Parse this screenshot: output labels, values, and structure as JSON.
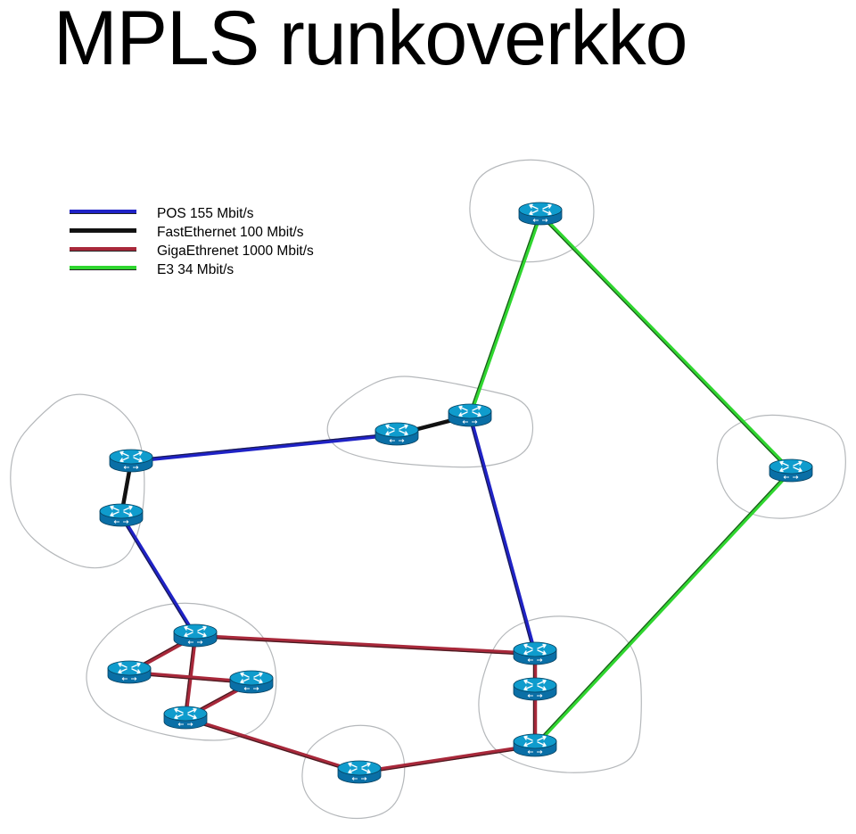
{
  "title": "MPLS runkoverkko",
  "colors": {
    "pos": "#1f22c6",
    "fastethernet": "#111111",
    "gigaethernet": "#a8283a",
    "e3": "#2fd62f",
    "router_top": "#0f9ccd",
    "router_side": "#0a6fa6",
    "cloud_stroke": "#b5b8bb"
  },
  "legend": [
    {
      "type": "pos",
      "label": "POS 155 Mbit/s"
    },
    {
      "type": "fastethernet",
      "label": "FastEthernet 100 Mbit/s"
    },
    {
      "type": "gigaethernet",
      "label": "GigaEthrenet 1000 Mbit/s"
    },
    {
      "type": "e3",
      "label": "E3 34 Mbit/s"
    }
  ],
  "routers": [
    "R1",
    "R2",
    "R3",
    "R4",
    "R5",
    "R6",
    "R7",
    "R8",
    "R9",
    "R10",
    "R11",
    "R12",
    "R13",
    "R14"
  ],
  "links": [
    {
      "from": "R1",
      "to": "R3",
      "type": "e3"
    },
    {
      "from": "R1",
      "to": "R2",
      "type": "e3"
    },
    {
      "from": "R3",
      "to": "R4",
      "type": "fastethernet"
    },
    {
      "from": "R4",
      "to": "R5",
      "type": "pos"
    },
    {
      "from": "R5",
      "to": "R6",
      "type": "fastethernet"
    },
    {
      "from": "R6",
      "to": "R7",
      "type": "pos"
    },
    {
      "from": "R3",
      "to": "R11",
      "type": "pos"
    },
    {
      "from": "R2",
      "to": "R13",
      "type": "e3"
    },
    {
      "from": "R7",
      "to": "R11",
      "type": "gigaethernet"
    },
    {
      "from": "R7",
      "to": "R8",
      "type": "gigaethernet"
    },
    {
      "from": "R7",
      "to": "R10",
      "type": "gigaethernet"
    },
    {
      "from": "R8",
      "to": "R9",
      "type": "gigaethernet"
    },
    {
      "from": "R9",
      "to": "R10",
      "type": "gigaethernet"
    },
    {
      "from": "R10",
      "to": "R14",
      "type": "gigaethernet"
    },
    {
      "from": "R14",
      "to": "R13",
      "type": "gigaethernet"
    },
    {
      "from": "R11",
      "to": "R12",
      "type": "gigaethernet"
    },
    {
      "from": "R12",
      "to": "R13",
      "type": "gigaethernet"
    }
  ]
}
